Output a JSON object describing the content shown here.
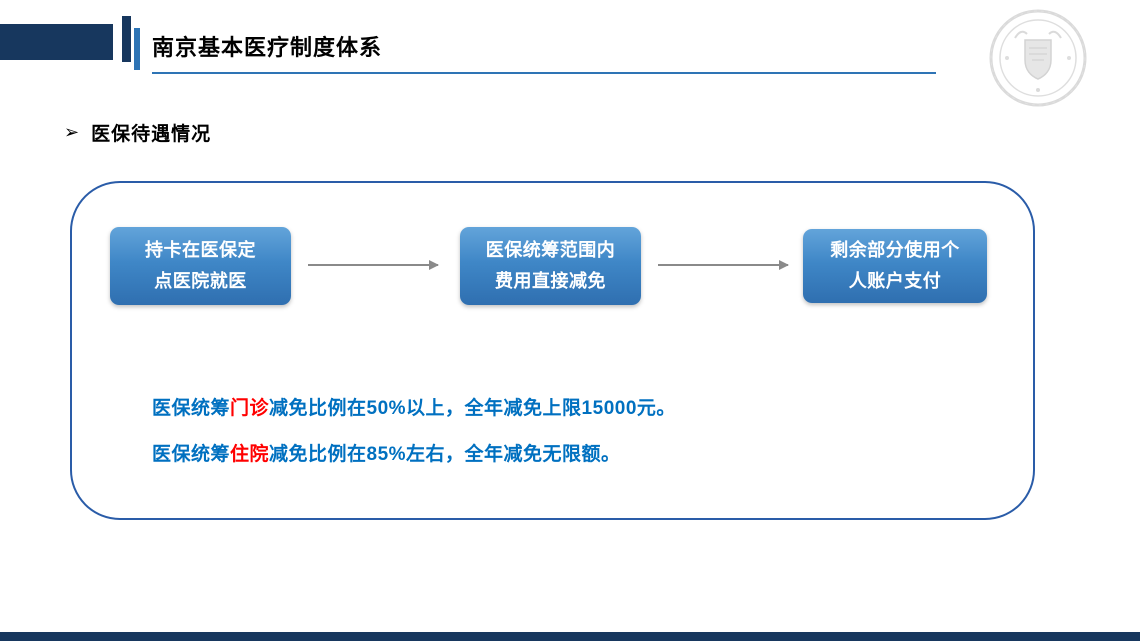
{
  "header": {
    "title": "南京基本医疗制度体系"
  },
  "section": {
    "bullet": "➢",
    "heading": "医保待遇情况"
  },
  "flow": {
    "steps": [
      {
        "line1": "持卡在医保定",
        "line2": "点医院就医"
      },
      {
        "line1": "医保统筹范围内",
        "line2": "费用直接减免"
      },
      {
        "line1": "剩余部分使用个",
        "line2": "人账户支付"
      }
    ]
  },
  "notes": [
    {
      "prefix": "医保统筹",
      "highlight": "门诊",
      "rest": "减免比例在50%以上，全年减免上限15000元。"
    },
    {
      "prefix": "医保统筹",
      "highlight": "住院",
      "rest": "减免比例在85%左右，全年减免无限额。"
    }
  ],
  "icons": {
    "logo": "university-seal-watermark",
    "bullet": "arrow-bullet"
  },
  "colors": {
    "navy": "#17375E",
    "accent_blue": "#2E74B5",
    "panel_border": "#2A5CA8",
    "box_gradient_top": "#63A4DA",
    "box_gradient_bottom": "#2F6FB0",
    "note_blue": "#0070C0",
    "note_red": "#FF0000",
    "arrow_gray": "#8A8A8A"
  }
}
